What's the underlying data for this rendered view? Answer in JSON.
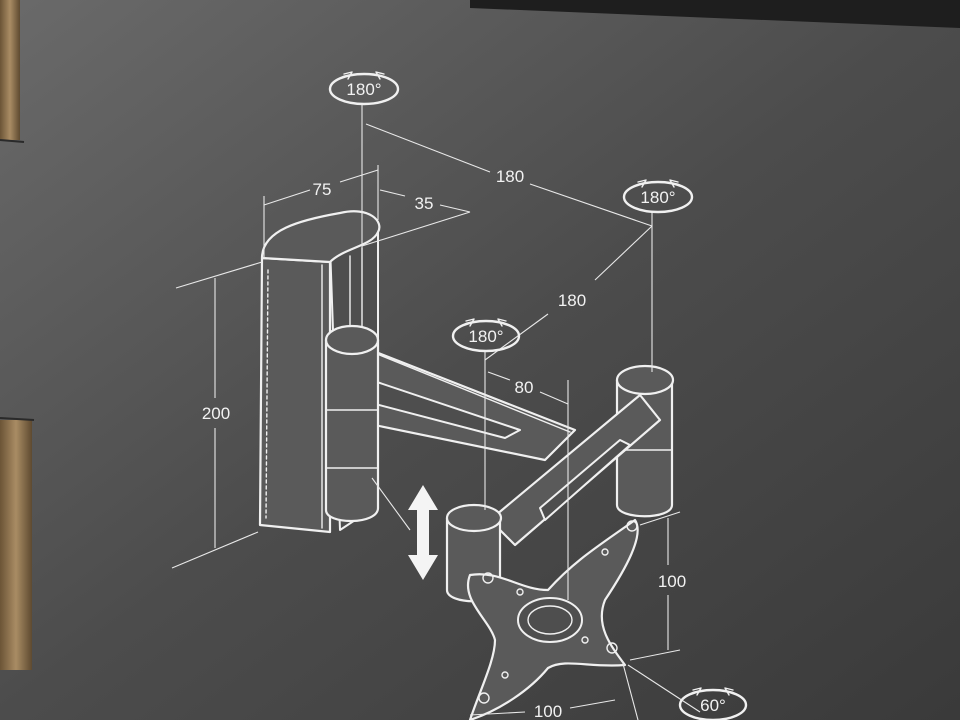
{
  "diagram": {
    "dimensions": {
      "arm_length_1": "180",
      "arm_length_2": "180",
      "height": "200",
      "width": "75",
      "depth": "35",
      "offset": "80",
      "vesa_vertical": "100",
      "vesa_horizontal": "100"
    },
    "rotations": {
      "wall_pivot": "180°",
      "middle_pivot": "180°",
      "head_pivot": "180°",
      "tilt": "60°"
    }
  },
  "colors": {
    "background": "#4a4a4a",
    "lines": "#f0f0f0",
    "cardboard": "#8a6f4e"
  }
}
